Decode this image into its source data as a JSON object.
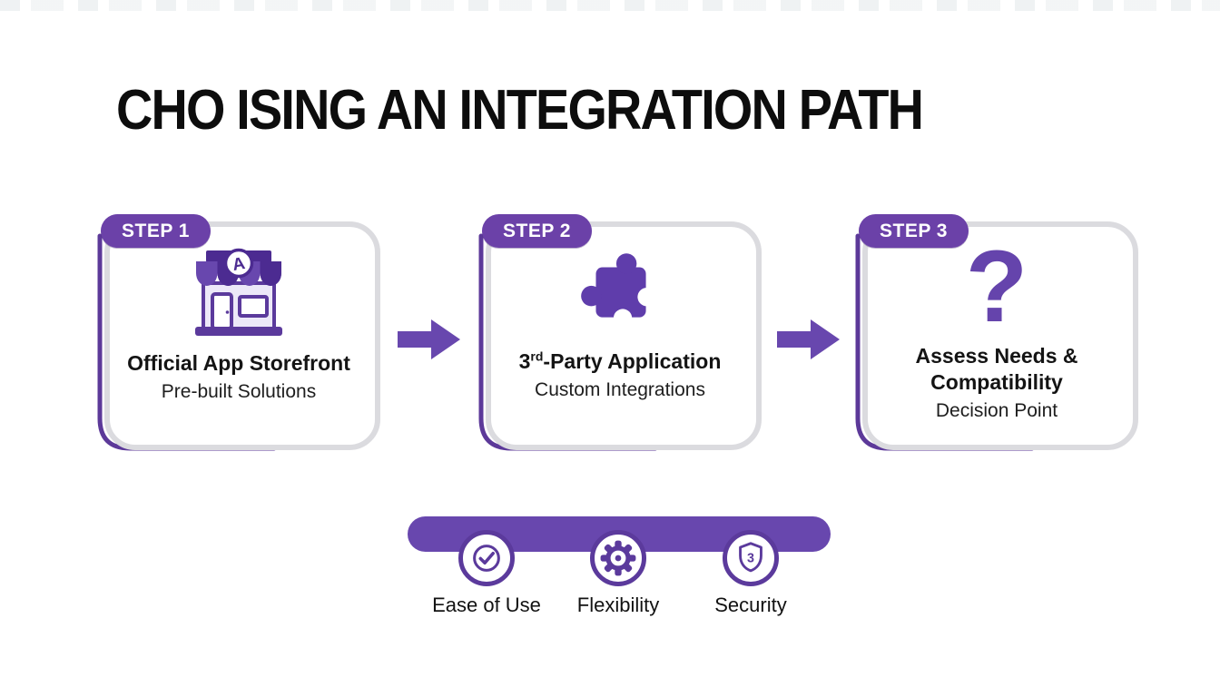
{
  "title": "CHO ISING AN INTEGRATION PATH",
  "steps": [
    {
      "badge": "STEP 1",
      "title": "Official App Storefront",
      "subtitle": "Pre-built Solutions",
      "emblem_letter": "A"
    },
    {
      "badge": "STEP 2",
      "title_base": "3",
      "title_sup": "rd",
      "title_rest": "-Party Application",
      "subtitle": "Custom Integrations"
    },
    {
      "badge": "STEP 3",
      "title_line1": "Assess Needs &",
      "title_line2": "Compatibility",
      "subtitle": "Decision Point",
      "glyph": "?"
    }
  ],
  "criteria": [
    {
      "label": "Ease of Use"
    },
    {
      "label": "Flexibility"
    },
    {
      "label": "Security",
      "shield_number": "3"
    }
  ],
  "colors": {
    "primary_purple": "#6847AE",
    "deep_purple": "#5B3A9C",
    "badge_purple": "#6B41A8",
    "awning_dark": "#4C2B91",
    "card_border_gray": "#DBDBDF",
    "lavender": "#ECE8F8",
    "text_black": "#111111"
  }
}
